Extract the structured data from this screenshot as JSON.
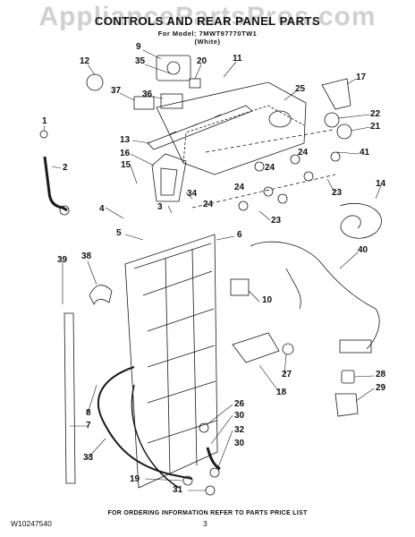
{
  "watermark": "AppliancePartsPros.com",
  "header": {
    "title": "CONTROLS AND REAR PANEL PARTS",
    "model": "For Model: 7MWT97770TW1",
    "color": "(White)"
  },
  "callouts": [
    {
      "id": "9",
      "label": "9"
    },
    {
      "id": "35",
      "label": "35"
    },
    {
      "id": "20",
      "label": "20"
    },
    {
      "id": "11",
      "label": "11"
    },
    {
      "id": "12",
      "label": "12"
    },
    {
      "id": "37",
      "label": "37"
    },
    {
      "id": "36",
      "label": "36"
    },
    {
      "id": "17",
      "label": "17"
    },
    {
      "id": "25",
      "label": "25"
    },
    {
      "id": "22",
      "label": "22"
    },
    {
      "id": "21",
      "label": "21"
    },
    {
      "id": "1",
      "label": "1"
    },
    {
      "id": "13",
      "label": "13"
    },
    {
      "id": "16",
      "label": "16"
    },
    {
      "id": "41",
      "label": "41"
    },
    {
      "id": "24a",
      "label": "24"
    },
    {
      "id": "24b",
      "label": "24"
    },
    {
      "id": "2",
      "label": "2"
    },
    {
      "id": "15",
      "label": "15"
    },
    {
      "id": "24c",
      "label": "24"
    },
    {
      "id": "23a",
      "label": "23"
    },
    {
      "id": "34",
      "label": "34"
    },
    {
      "id": "3",
      "label": "3"
    },
    {
      "id": "24d",
      "label": "24"
    },
    {
      "id": "14",
      "label": "14"
    },
    {
      "id": "4",
      "label": "4"
    },
    {
      "id": "23b",
      "label": "23"
    },
    {
      "id": "5",
      "label": "5"
    },
    {
      "id": "6",
      "label": "6"
    },
    {
      "id": "40",
      "label": "40"
    },
    {
      "id": "39",
      "label": "39"
    },
    {
      "id": "38",
      "label": "38"
    },
    {
      "id": "10",
      "label": "10"
    },
    {
      "id": "27",
      "label": "27"
    },
    {
      "id": "18",
      "label": "18"
    },
    {
      "id": "28",
      "label": "28"
    },
    {
      "id": "29",
      "label": "29"
    },
    {
      "id": "26",
      "label": "26"
    },
    {
      "id": "8",
      "label": "8"
    },
    {
      "id": "30a",
      "label": "30"
    },
    {
      "id": "7",
      "label": "7"
    },
    {
      "id": "32",
      "label": "32"
    },
    {
      "id": "33",
      "label": "33"
    },
    {
      "id": "30b",
      "label": "30"
    },
    {
      "id": "19",
      "label": "19"
    },
    {
      "id": "31",
      "label": "31"
    }
  ],
  "footer": {
    "doc_number": "W10247540",
    "instruction": "FOR ORDERING INFORMATION REFER TO PARTS PRICE LIST",
    "page": "3"
  }
}
